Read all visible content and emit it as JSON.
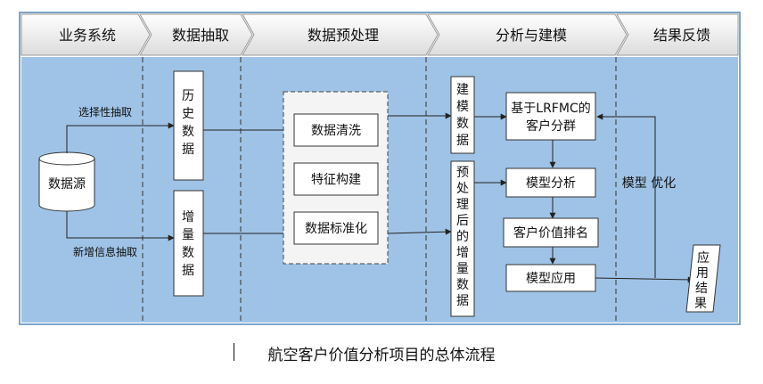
{
  "stages": [
    "业务系统",
    "数据抽取",
    "数据预处理",
    "分析与建模",
    "结果反馈"
  ],
  "datasource": "数据源",
  "extraction": {
    "selective_label": "选择性抽取",
    "incremental_label": "新增信息抽取",
    "history": [
      "历",
      "史",
      "数",
      "据"
    ],
    "incremental": [
      "增",
      "量",
      "数",
      "据"
    ]
  },
  "preprocess": {
    "steps": [
      "数据清洗",
      "特征构建",
      "数据标准化"
    ]
  },
  "modeling": {
    "model_data": [
      "建",
      "模",
      "数",
      "据"
    ],
    "processed_incremental": [
      "预",
      "处",
      "理",
      "后",
      "的",
      "增",
      "量",
      "数",
      "据"
    ],
    "steps": [
      "基于LRFMC的",
      "客户分群",
      "模型分析",
      "客户价值排名",
      "模型应用"
    ]
  },
  "feedback": {
    "label": "模型 优化",
    "result": [
      "应",
      "用",
      "结",
      "果"
    ]
  },
  "caption": "航空客户价值分析项目的总体流程"
}
